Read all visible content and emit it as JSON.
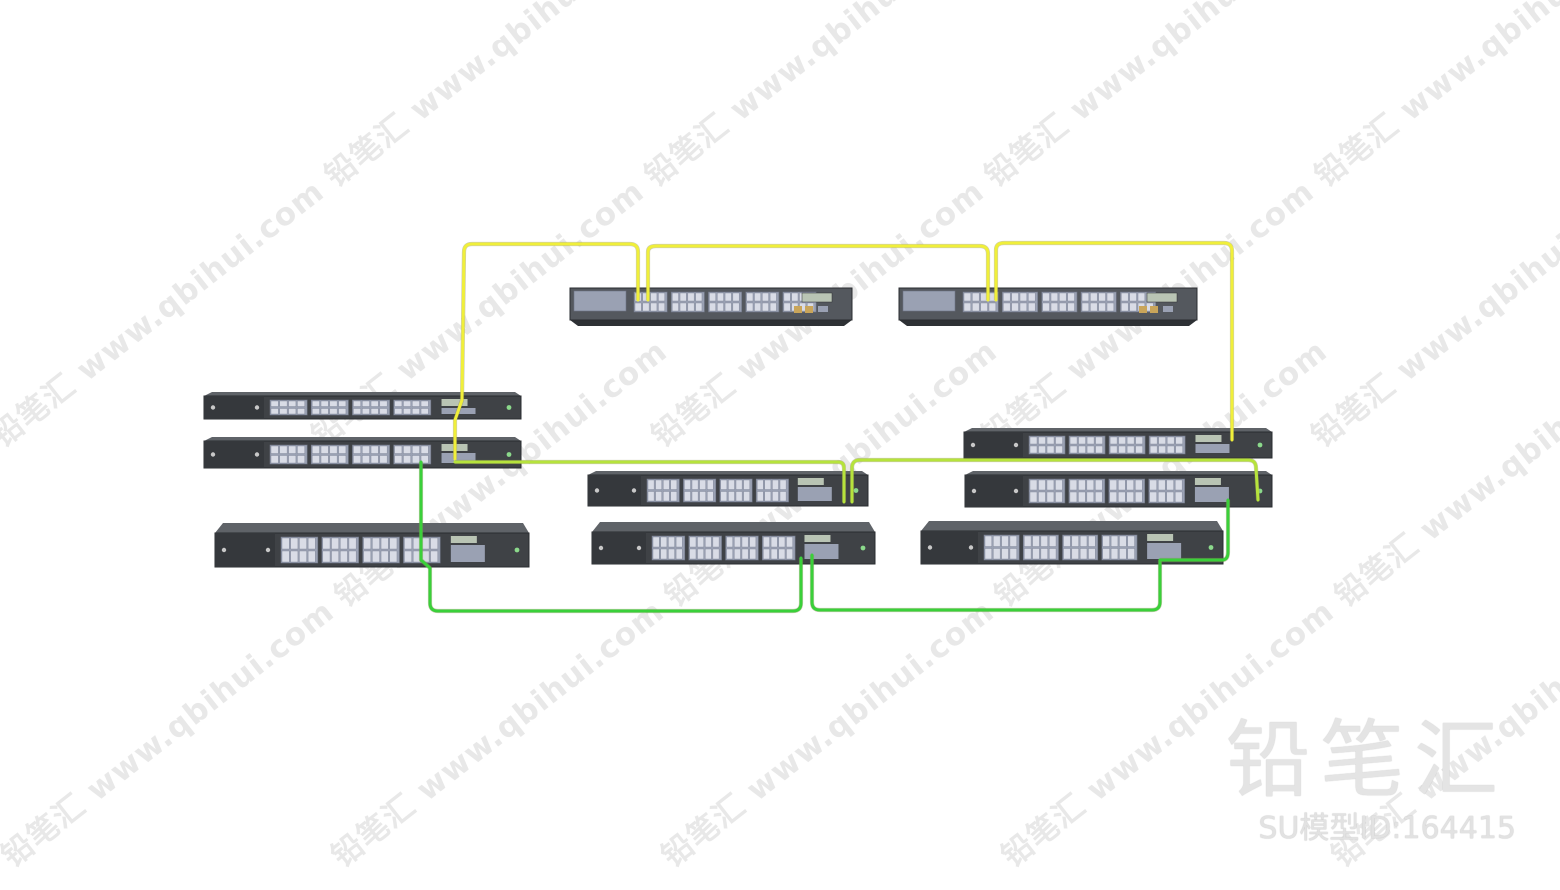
{
  "watermark": {
    "brand": "铅笔汇",
    "site": "www.qbihui.com",
    "model_id": "SU模型ID:164415"
  },
  "colors": {
    "background": "#ffffff",
    "switch_body": "#3f4246",
    "switch_face": "#54585e",
    "port_block": "#9aa1b3",
    "cable_yellow": "#f0ef3a",
    "cable_green": "#3ad03a",
    "cable_lime": "#b6e33c"
  },
  "diagram": {
    "switches": [
      {
        "id": "switch-top-left"
      },
      {
        "id": "switch-top-right"
      },
      {
        "id": "switch-left-upper"
      },
      {
        "id": "switch-left-middle"
      },
      {
        "id": "switch-left-lower"
      },
      {
        "id": "switch-center-upper"
      },
      {
        "id": "switch-center-lower"
      },
      {
        "id": "switch-right-upper"
      },
      {
        "id": "switch-right-middle"
      },
      {
        "id": "switch-right-lower"
      }
    ],
    "cables": [
      {
        "id": "cable-yellow-left-loop",
        "color": "yellow"
      },
      {
        "id": "cable-yellow-top-span",
        "color": "yellow"
      },
      {
        "id": "cable-yellow-right-loop",
        "color": "yellow"
      },
      {
        "id": "cable-lime-left-to-center",
        "color": "lime"
      },
      {
        "id": "cable-lime-center-to-right",
        "color": "lime"
      },
      {
        "id": "cable-green-left-bottom-loop",
        "color": "green"
      },
      {
        "id": "cable-green-center-bottom-loop",
        "color": "green"
      },
      {
        "id": "cable-green-right-riser",
        "color": "green"
      }
    ]
  }
}
